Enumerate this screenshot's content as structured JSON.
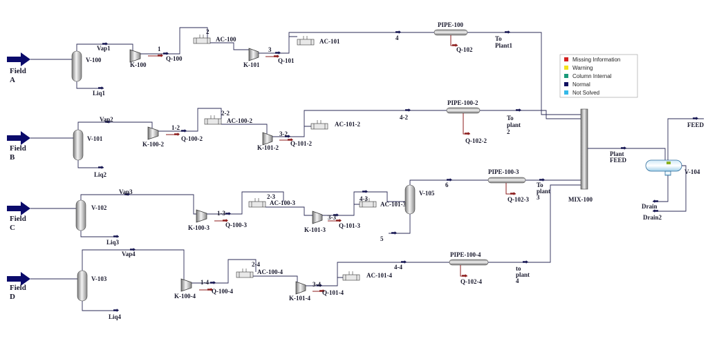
{
  "feeds": [
    {
      "line1": "Field",
      "line2": "A"
    },
    {
      "line1": "Field",
      "line2": "B"
    },
    {
      "line1": "Field",
      "line2": "C"
    },
    {
      "line1": "Field",
      "line2": "D"
    }
  ],
  "legend": [
    {
      "label": "Missing Information",
      "color": "#d42020"
    },
    {
      "label": "Warning",
      "color": "#f2e21a"
    },
    {
      "label": "Column Internal",
      "color": "#1a9a7a"
    },
    {
      "label": "Normal",
      "color": "#101060"
    },
    {
      "label": "Not Solved",
      "color": "#34b8e8"
    }
  ],
  "trains": [
    {
      "sep": "V-100",
      "vap": "Vap1",
      "liq": "Liq1",
      "comp": "K-100",
      "q1": "Q-100",
      "s1": "1",
      "s2": "2",
      "cool1": "AC-100",
      "comp2": "K-101",
      "q2": "Q-101",
      "s3": "3",
      "cool2": "AC-101",
      "s4": "4",
      "pipe": "PIPE-100",
      "qp": "Q-102",
      "to1": "To",
      "to2": "Plant1"
    },
    {
      "sep": "V-101",
      "vap": "Vap2",
      "liq": "Liq2",
      "comp": "K-100-2",
      "q1": "Q-100-2",
      "s1": "1-2",
      "s2": "2-2",
      "cool1": "AC-100-2",
      "comp2": "K-101-2",
      "q2": "Q-101-2",
      "s3": "3-2",
      "cool2": "AC-101-2",
      "s4": "4-2",
      "pipe": "PIPE-100-2",
      "qp": "Q-102-2",
      "to1": "To",
      "to2": "plant",
      "to3": "2"
    },
    {
      "sep": "V-102",
      "vap": "Vap3",
      "liq": "Liq3",
      "comp": "K-100-3",
      "q1": "Q-100-3",
      "s1": "1-3",
      "s2": "2-3",
      "cool1": "AC-100-3",
      "comp2": "K-101-3",
      "q2": "Q-101-3",
      "s3": "3-3",
      "cool2": "AC-101-3",
      "s4": "4-3",
      "pipe": "PIPE-100-3",
      "qp": "Q-102-3",
      "to1": "To",
      "to2": "plant",
      "to3": "3"
    },
    {
      "sep": "V-103",
      "vap": "Vap4",
      "liq": "Liq4",
      "comp": "K-100-4",
      "q1": "Q-100-4",
      "s1": "1-4",
      "s2": "2-4",
      "cool1": "AC-100-4",
      "comp2": "K-101-4",
      "q2": "Q-101-4",
      "s3": "3-4",
      "cool2": "AC-101-4",
      "s4": "4-4",
      "pipe": "PIPE-100-4",
      "qp": "Q-102-4",
      "to1": "to",
      "to2": "plant",
      "to3": "4"
    }
  ],
  "extras": {
    "v105": "V-105",
    "s5": "5",
    "s6": "6",
    "mixer": "MIX-100",
    "plant_feed_1": "Plant",
    "plant_feed_2": "FEED",
    "v104": "V-104",
    "feed_out": "FEED",
    "drain": "Drain",
    "drain2": "Drain2"
  }
}
